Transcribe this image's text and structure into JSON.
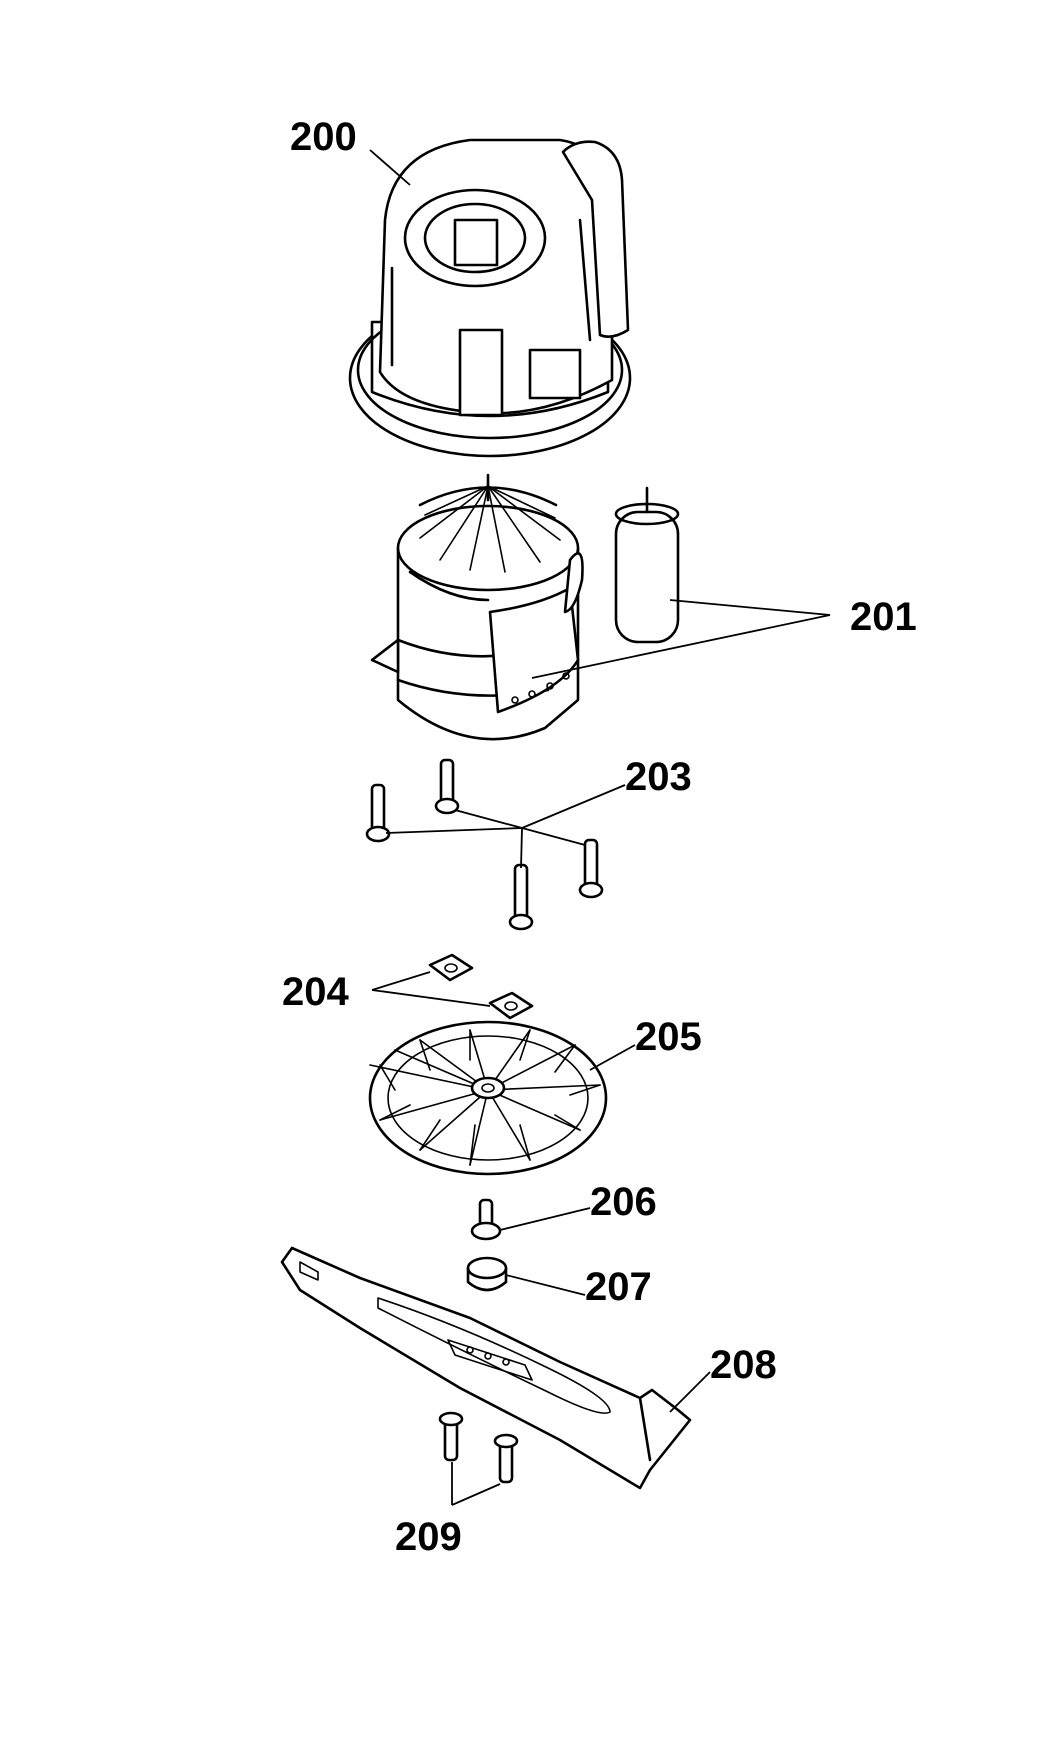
{
  "parts": [
    {
      "id": "housing",
      "label": "200"
    },
    {
      "id": "motor",
      "label": "201"
    },
    {
      "id": "motor-screws",
      "label": "203"
    },
    {
      "id": "square-nuts",
      "label": "204"
    },
    {
      "id": "fan",
      "label": "205"
    },
    {
      "id": "fan-screw",
      "label": "206"
    },
    {
      "id": "spacer",
      "label": "207"
    },
    {
      "id": "blade",
      "label": "208"
    },
    {
      "id": "blade-screws",
      "label": "209"
    }
  ]
}
